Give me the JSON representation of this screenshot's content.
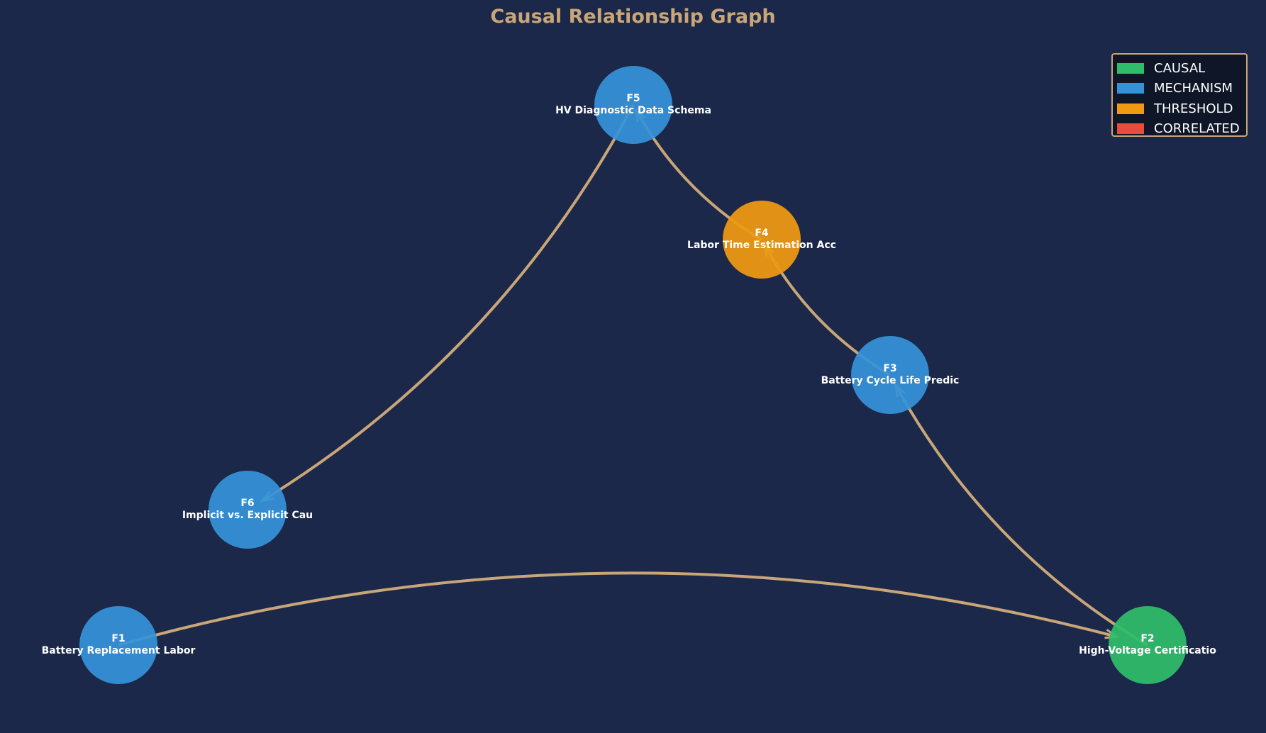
{
  "title": "Causal Relationship Graph",
  "colors": {
    "background": "#1b2849",
    "edge": "#c9a678",
    "title": "#c9a678"
  },
  "legend": [
    {
      "key": "CAUSAL",
      "label": "CAUSAL",
      "color": "#2ebd6b"
    },
    {
      "key": "MECHANISM",
      "label": "MECHANISM",
      "color": "#3592d8"
    },
    {
      "key": "THRESHOLD",
      "label": "THRESHOLD",
      "color": "#ef9a12"
    },
    {
      "key": "CORRELATED",
      "label": "CORRELATED",
      "color": "#e74c3c"
    }
  ],
  "nodes": [
    {
      "id": "F1",
      "label": "Battery Replacement Labor",
      "type": "MECHANISM"
    },
    {
      "id": "F2",
      "label": "High-Voltage Certificatio",
      "type": "CAUSAL"
    },
    {
      "id": "F3",
      "label": "Battery Cycle Life Predic",
      "type": "MECHANISM"
    },
    {
      "id": "F4",
      "label": "Labor Time Estimation Acc",
      "type": "THRESHOLD"
    },
    {
      "id": "F5",
      "label": "HV Diagnostic Data Schema",
      "type": "MECHANISM"
    },
    {
      "id": "F6",
      "label": "Implicit vs. Explicit Cau",
      "type": "MECHANISM"
    }
  ],
  "edges": [
    {
      "from": "F1",
      "to": "F2"
    },
    {
      "from": "F2",
      "to": "F3"
    },
    {
      "from": "F3",
      "to": "F4"
    },
    {
      "from": "F4",
      "to": "F5"
    },
    {
      "from": "F5",
      "to": "F6"
    }
  ]
}
